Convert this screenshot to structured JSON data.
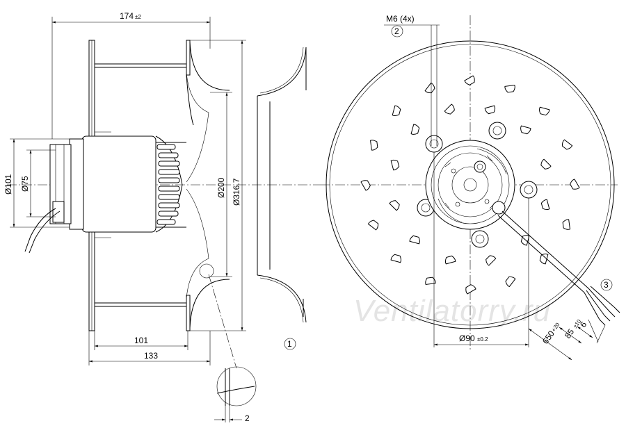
{
  "watermark": "Ventilatorry.ru",
  "side_view": {
    "dim_overall_width": {
      "value": "174",
      "tol": "±2"
    },
    "dim_motor_diameter": "Ø101",
    "dim_flange_diameter": "Ø75",
    "dim_inlet_diameter": "Ø200",
    "dim_impeller_diameter": "Ø316.7",
    "dim_depth_a": "101",
    "dim_depth_b": "133",
    "dim_detail_gap": "2",
    "callout_1": "1"
  },
  "front_view": {
    "screw_label": "M6 (4x)",
    "callout_2": "2",
    "callout_3": "3",
    "dim_bolt_circle": {
      "value": "Ø90",
      "tol": "±0.2"
    },
    "dim_cable_length": {
      "value": "650",
      "tol": "+20"
    },
    "dim_strip_length": {
      "value": "85",
      "tol": "±10"
    },
    "dim_wire_end": "6"
  },
  "colors": {
    "line": "#000000",
    "watermark": "#e4e4e4",
    "background": "#ffffff"
  }
}
